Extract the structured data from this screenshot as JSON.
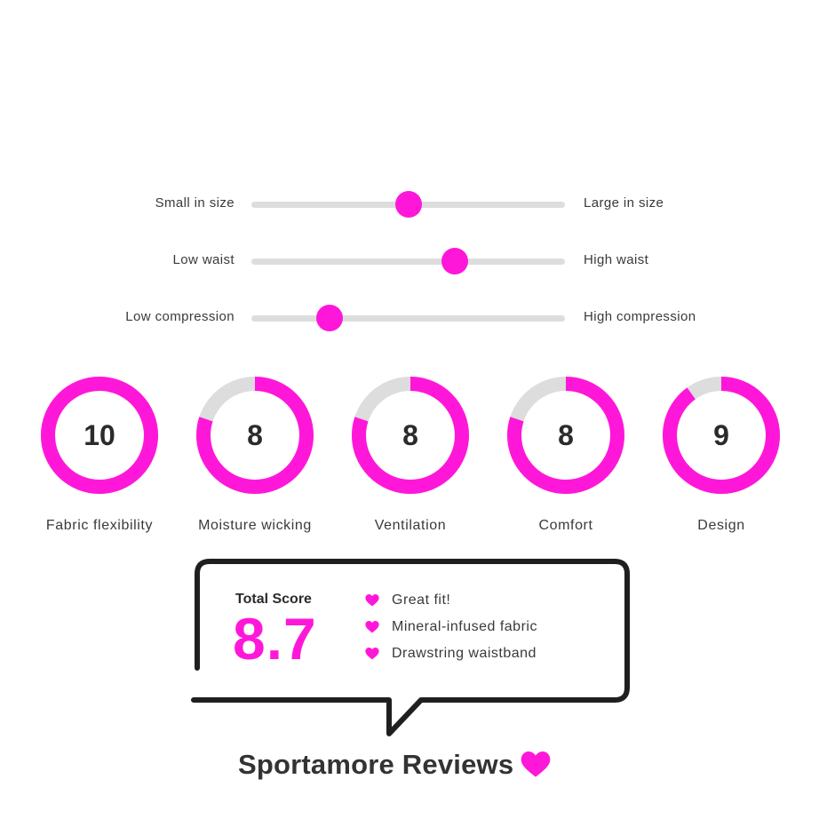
{
  "colors": {
    "accent": "#ff17d9",
    "track": "#dddddd",
    "text": "#333333"
  },
  "sliders": [
    {
      "left_label": "Small in size",
      "right_label": "Large in size",
      "value": 0.5
    },
    {
      "left_label": "Low waist",
      "right_label": "High waist",
      "value": 0.65
    },
    {
      "left_label": "Low compression",
      "right_label": "High compression",
      "value": 0.25
    }
  ],
  "ratings": [
    {
      "label": "Fabric flexibility",
      "score": "10",
      "value": 10,
      "max": 10
    },
    {
      "label": "Moisture wicking",
      "score": "8",
      "value": 8,
      "max": 10
    },
    {
      "label": "Ventilation",
      "score": "8",
      "value": 8,
      "max": 10
    },
    {
      "label": "Comfort",
      "score": "8",
      "value": 8,
      "max": 10
    },
    {
      "label": "Design",
      "score": "9",
      "value": 9,
      "max": 10
    }
  ],
  "summary": {
    "total_label": "Total Score",
    "total_value": "8.7",
    "highlights": [
      "Great fit!",
      "Mineral-infused fabric",
      "Drawstring waistband"
    ],
    "icon": "heart-icon"
  },
  "brand": {
    "name": "Sportamore Reviews",
    "icon": "heart-icon"
  }
}
